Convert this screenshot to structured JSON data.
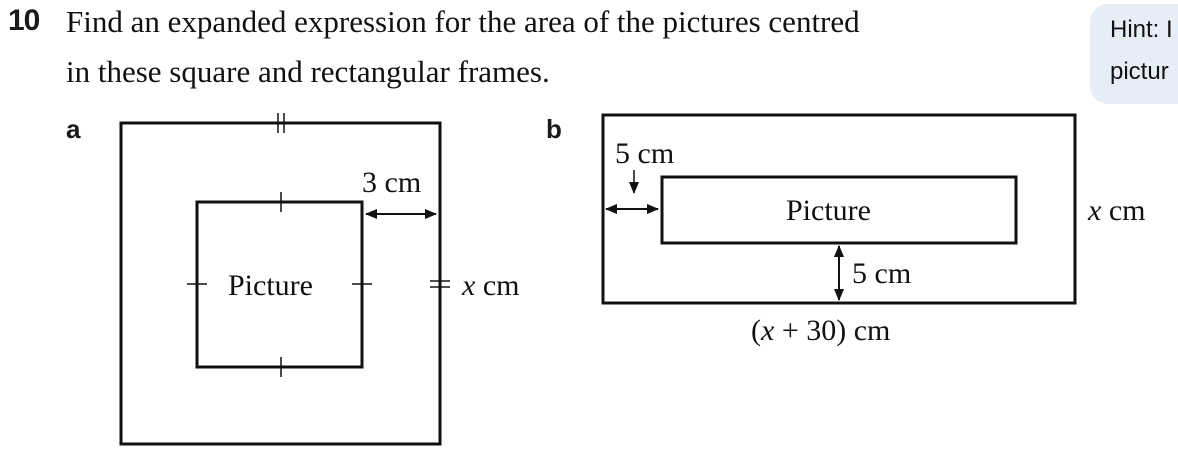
{
  "question": {
    "number": "10",
    "line1": "Find an expanded expression for the area of the pictures centred",
    "line2": "in these square and rectangular frames."
  },
  "hint": {
    "line1": "Hint: I",
    "line2": "pictur"
  },
  "part_a": {
    "label": "a",
    "picture_label": "Picture",
    "border_label": "3 cm",
    "side_var": "x",
    "side_unit": " cm"
  },
  "part_b": {
    "label": "b",
    "picture_label": "Picture",
    "top_gap_label": "5 cm",
    "bottom_gap_label": "5 cm",
    "height_var": "x",
    "height_unit": " cm",
    "width_open": "(",
    "width_var": "x",
    "width_rest": " + 30) cm"
  }
}
